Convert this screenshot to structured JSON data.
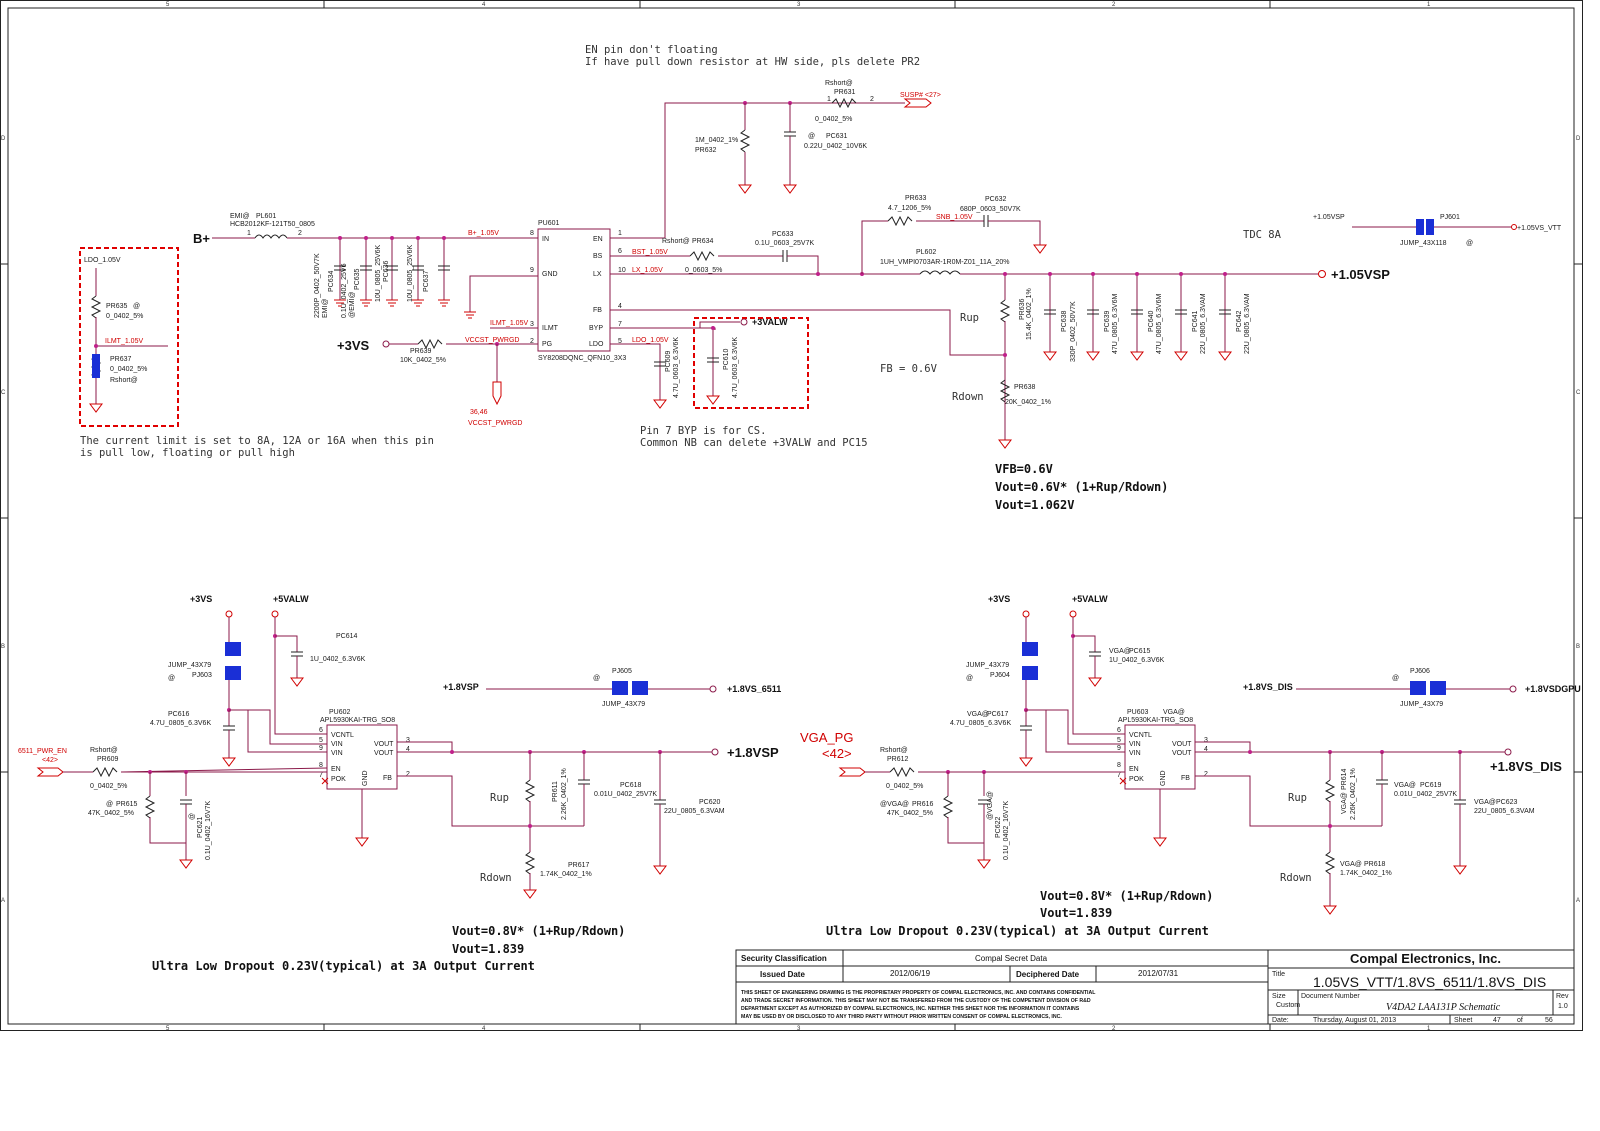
{
  "notes": {
    "en_pin_1": "EN pin don't floating",
    "en_pin_2": "If have pull down resistor at HW side, pls delete PR2",
    "tdc": "TDC 8A",
    "fb": "FB = 0.6V",
    "ilmt_1": "The current limit is set to 8A, 12A or 16A when this pin",
    "ilmt_2": "is pull low, floating or pull high",
    "byp_1": "Pin 7 BYP is for CS.",
    "byp_2": "Common NB can delete  +3VALW and PC15",
    "rup": "Rup",
    "rdown": "Rdown",
    "vfb": "VFB=0.6V",
    "vout_formula_1": "Vout=0.6V* (1+Rup/Rdown)",
    "vout_value_1": "Vout=1.062V",
    "vout_formula_2": "Vout=0.8V* (1+Rup/Rdown)",
    "vout_value_2": "Vout=1.839",
    "vout_formula_3": "Vout=0.8V* (1+Rup/Rdown)",
    "vout_value_3": "Vout=1.839",
    "uldo": "Ultra Low Dropout 0.23V(typical) at 3A Output Current"
  },
  "power": {
    "bplus": "B+",
    "p3vs": "+3VS",
    "p3valw": "+3VALW",
    "p5valw": "+5VALW",
    "p105vsp": "+1.05VSP",
    "p105vsp_small": "+1.05VSP",
    "p105vs_vtt": "+1.05VS_VTT",
    "p18vsp": "+1.8VSP",
    "p18vs_6511": "+1.8VS_6511",
    "p18vs_dis": "+1.8VS_DIS",
    "p18vsdgpu": "+1.8VSDGPU",
    "ldo": "LDO_1.05V"
  },
  "nets": {
    "susp": "SUSP# <27>",
    "b105": "B+_1.05V",
    "bst": "BST_1.05V",
    "lx": "LX_1.05V",
    "snb": "SNB_1.05V",
    "ilmt": "ILMT_1.05V",
    "ilmt2": "ILMT_1.05V",
    "vccst": "VCCST_PWRGD",
    "ldo_net": "LDO_1.05V",
    "pwrgd_ref": "36,46",
    "pwrgd_port": "VCCST_PWRGD",
    "pwr_en": "6511_PWR_EN",
    "pwr_en_ref": "<42>",
    "vga_pg": "VGA_PG",
    "vga_pg_ref": "<42>"
  },
  "ic_pu601": {
    "ref": "PU601",
    "part": "SY8208DQNC_QFN10_3X3",
    "pins": [
      "IN",
      "GND",
      "ILMT",
      "PG",
      "EN",
      "BS",
      "LX",
      "FB",
      "BYP",
      "LDO"
    ],
    "nums": [
      "8",
      "9",
      "3",
      "2",
      "1",
      "6",
      "10",
      "4",
      "7",
      "5"
    ]
  },
  "ic_pu602": {
    "ref": "PU602",
    "part": "APL5930KAI-TRG_SO8",
    "pins": [
      "VCNTL",
      "VIN",
      "VIN",
      "EN",
      "POK",
      "GND",
      "VOUT",
      "VOUT",
      "FB"
    ],
    "nums": [
      "6",
      "5",
      "9",
      "8",
      "7",
      "3",
      "4",
      "2"
    ]
  },
  "ic_pu603": {
    "ref": "PU603",
    "prefix": "VGA@",
    "part": "APL5930KAI-TRG_SO8",
    "pins": [
      "VCNTL",
      "VIN",
      "VIN",
      "EN",
      "POK",
      "GND",
      "VOUT",
      "VOUT",
      "FB"
    ],
    "nums": [
      "6",
      "5",
      "9",
      "8",
      "7",
      "3",
      "4",
      "2"
    ]
  },
  "parts": {
    "pl601": "PL601",
    "pl601_opt": "EMI@",
    "pl601_val": "HCB2012KF-121T50_0805",
    "pc634": "PC634",
    "pc634_val": "2200P_0402_50V7K",
    "pc634_opt": "EMI@",
    "pc635": "PC635",
    "pc635_val": "0.1U_0402_25V6",
    "pc635_opt": "@EMI@",
    "pc636": "PC636",
    "pc636_val": "10U_0805_25V6K",
    "pc637": "PC637",
    "pc637_val": "10U_0805_25V6K",
    "pr631": "PR631",
    "pr631_opt": "Rshort@",
    "pr631_val": "0_0402_5%",
    "pr632": "PR632",
    "pr632_val": "1M_0402_1%",
    "pc631": "PC631",
    "pc631_opt": "@",
    "pc631_val": "0.22U_0402_10V6K",
    "pr634": "PR634",
    "pr634_opt": "Rshort@",
    "pr634_val": "0_0603_5%",
    "pc633": "PC633",
    "pc633_val": "0.1U_0603_25V7K",
    "pr633": "PR633",
    "pr633_val": "4.7_1206_5%",
    "pc632": "PC632",
    "pc632_val": "680P_0603_50V7K",
    "pl602": "PL602",
    "pl602_val": "1UH_VMPI0703AR-1R0M-Z01_11A_20%",
    "pr636": "PR636",
    "pr636_val": "15.4K_0402_1%",
    "pr638": "PR638",
    "pr638_val": "20K_0402_1%",
    "pc638": "PC638",
    "pc638_val": "330P_0402_50V7K",
    "pc639": "PC639",
    "pc639_val": "47U_0805_6.3V6M",
    "pc640": "PC640",
    "pc640_val": "47U_0805_6.3V6M",
    "pc641": "PC641",
    "pc641_val": "22U_0805_6.3VAM",
    "pc642": "PC642",
    "pc642_val": "22U_0805_6.3VAM",
    "pr639": "PR639",
    "pr639_val": "10K_0402_5%",
    "pc609": "PC609",
    "pc609_val": "4.7U_0603_6.3V6K",
    "pc610": "PC610",
    "pc610_val": "4.7U_0603_6.3V6K",
    "pr635": "PR635",
    "pr635_opt": "@",
    "pr635_val": "0_0402_5%",
    "pr637": "PR637",
    "pr637_val": "0_0402_5%",
    "pr637_opt": "Rshort@",
    "pj601": "PJ601",
    "pj601_val": "JUMP_43X118",
    "pj601_opt": "@",
    "pj603": "PJ603",
    "pj603_val": "JUMP_43X79",
    "pj603_opt": "@",
    "pc614": "PC614",
    "pc614_val": "1U_0402_6.3V6K",
    "pc616": "PC616",
    "pc616_val": "4.7U_0805_6.3V6K",
    "pj605": "PJ605",
    "pj605_val": "JUMP_43X79",
    "pj605_opt": "@",
    "pr609": "PR609",
    "pr609_opt": "Rshort@",
    "pr609_val": "0_0402_5%",
    "pr615": "PR615",
    "pr615_opt": "@",
    "pr615_val": "47K_0402_5%",
    "pc621": "PC621",
    "pc621_opt": "@",
    "pc621_val": "0.1U_0402_16V7K",
    "pr611": "PR611",
    "pr611_val": "2.26K_0402_1%",
    "pc618": "PC618",
    "pc618_val": "0.01U_0402_25V7K",
    "pc620": "PC620",
    "pc620_val": "22U_0805_6.3VAM",
    "pr617": "PR617",
    "pr617_val": "1.74K_0402_1%",
    "pj604": "PJ604",
    "pj604_val": "JUMP_43X79",
    "pj604_opt": "@",
    "pc615": "PC615",
    "pc615_opt": "VGA@",
    "pc615_val": "1U_0402_6.3V6K",
    "pc617": "PC617",
    "pc617_opt": "VGA@",
    "pc617_val": "4.7U_0805_6.3V6K",
    "pj606": "PJ606",
    "pj606_val": "JUMP_43X79",
    "pj606_opt": "@",
    "pr612": "PR612",
    "pr612_opt": "Rshort@",
    "pr612_val": "0_0402_5%",
    "pr616": "PR616",
    "pr616_opt": "@VGA@",
    "pr616_val": "47K_0402_5%",
    "pc622": "PC622",
    "pc622_opt": "@VGA@",
    "pc622_val": "0.1U_0402_16V7K",
    "pr614": "PR614",
    "pr614_opt": "VGA@",
    "pr614_val": "2.26K_0402_1%",
    "pc619": "PC619",
    "pc619_opt": "VGA@",
    "pc619_val": "0.01U_0402_25V7K",
    "pc623": "PC623",
    "pc623_opt": "VGA@",
    "pc623_val": "22U_0805_6.3VAM",
    "pr618": "PR618",
    "pr618_opt": "VGA@",
    "pr618_val": "1.74K_0402_1%"
  },
  "title_block": {
    "sec_label": "Security Classification",
    "sec_value": "Compal Secret Data",
    "issued_label": "Issued Date",
    "issued_value": "2012/06/19",
    "deciph_label": "Deciphered Date",
    "deciph_value": "2012/07/31",
    "notice_1": "THIS SHEET OF ENGINEERING DRAWING IS THE PROPRIETARY PROPERTY OF COMPAL ELECTRONICS, INC. AND CONTAINS CONFIDENTIAL",
    "notice_2": "AND TRADE SECRET INFORMATION. THIS SHEET MAY NOT BE TRANSFERED FROM THE CUSTODY OF THE COMPETENT DIVISION OF R&D",
    "notice_3": "DEPARTMENT EXCEPT AS AUTHORIZED BY COMPAL ELECTRONICS, INC. NEITHER THIS SHEET NOR THE INFORMATION IT CONTAINS",
    "notice_4": "MAY BE USED BY OR DISCLOSED TO ANY THIRD PARTY WITHOUT PRIOR WRITTEN CONSENT OF COMPAL ELECTRONICS, INC.",
    "company": "Compal Electronics, Inc.",
    "title_label": "Title",
    "title": "1.05VS_VTT/1.8VS_6511/1.8VS_DIS",
    "size_label": "Size",
    "size": "Custom",
    "docnum_label": "Document Number",
    "docnum": "V4DA2 LAA131P Schematic",
    "rev_label": "Rev",
    "rev": "1.0",
    "date_label": "Date:",
    "date": "Thursday, August 01, 2013",
    "sheet_label": "Sheet",
    "sheet": "47",
    "of_label": "of",
    "total": "56"
  },
  "frame": {
    "cols": [
      "5",
      "4",
      "3",
      "2",
      "1"
    ],
    "rows": [
      "D",
      "C",
      "B",
      "A"
    ]
  }
}
